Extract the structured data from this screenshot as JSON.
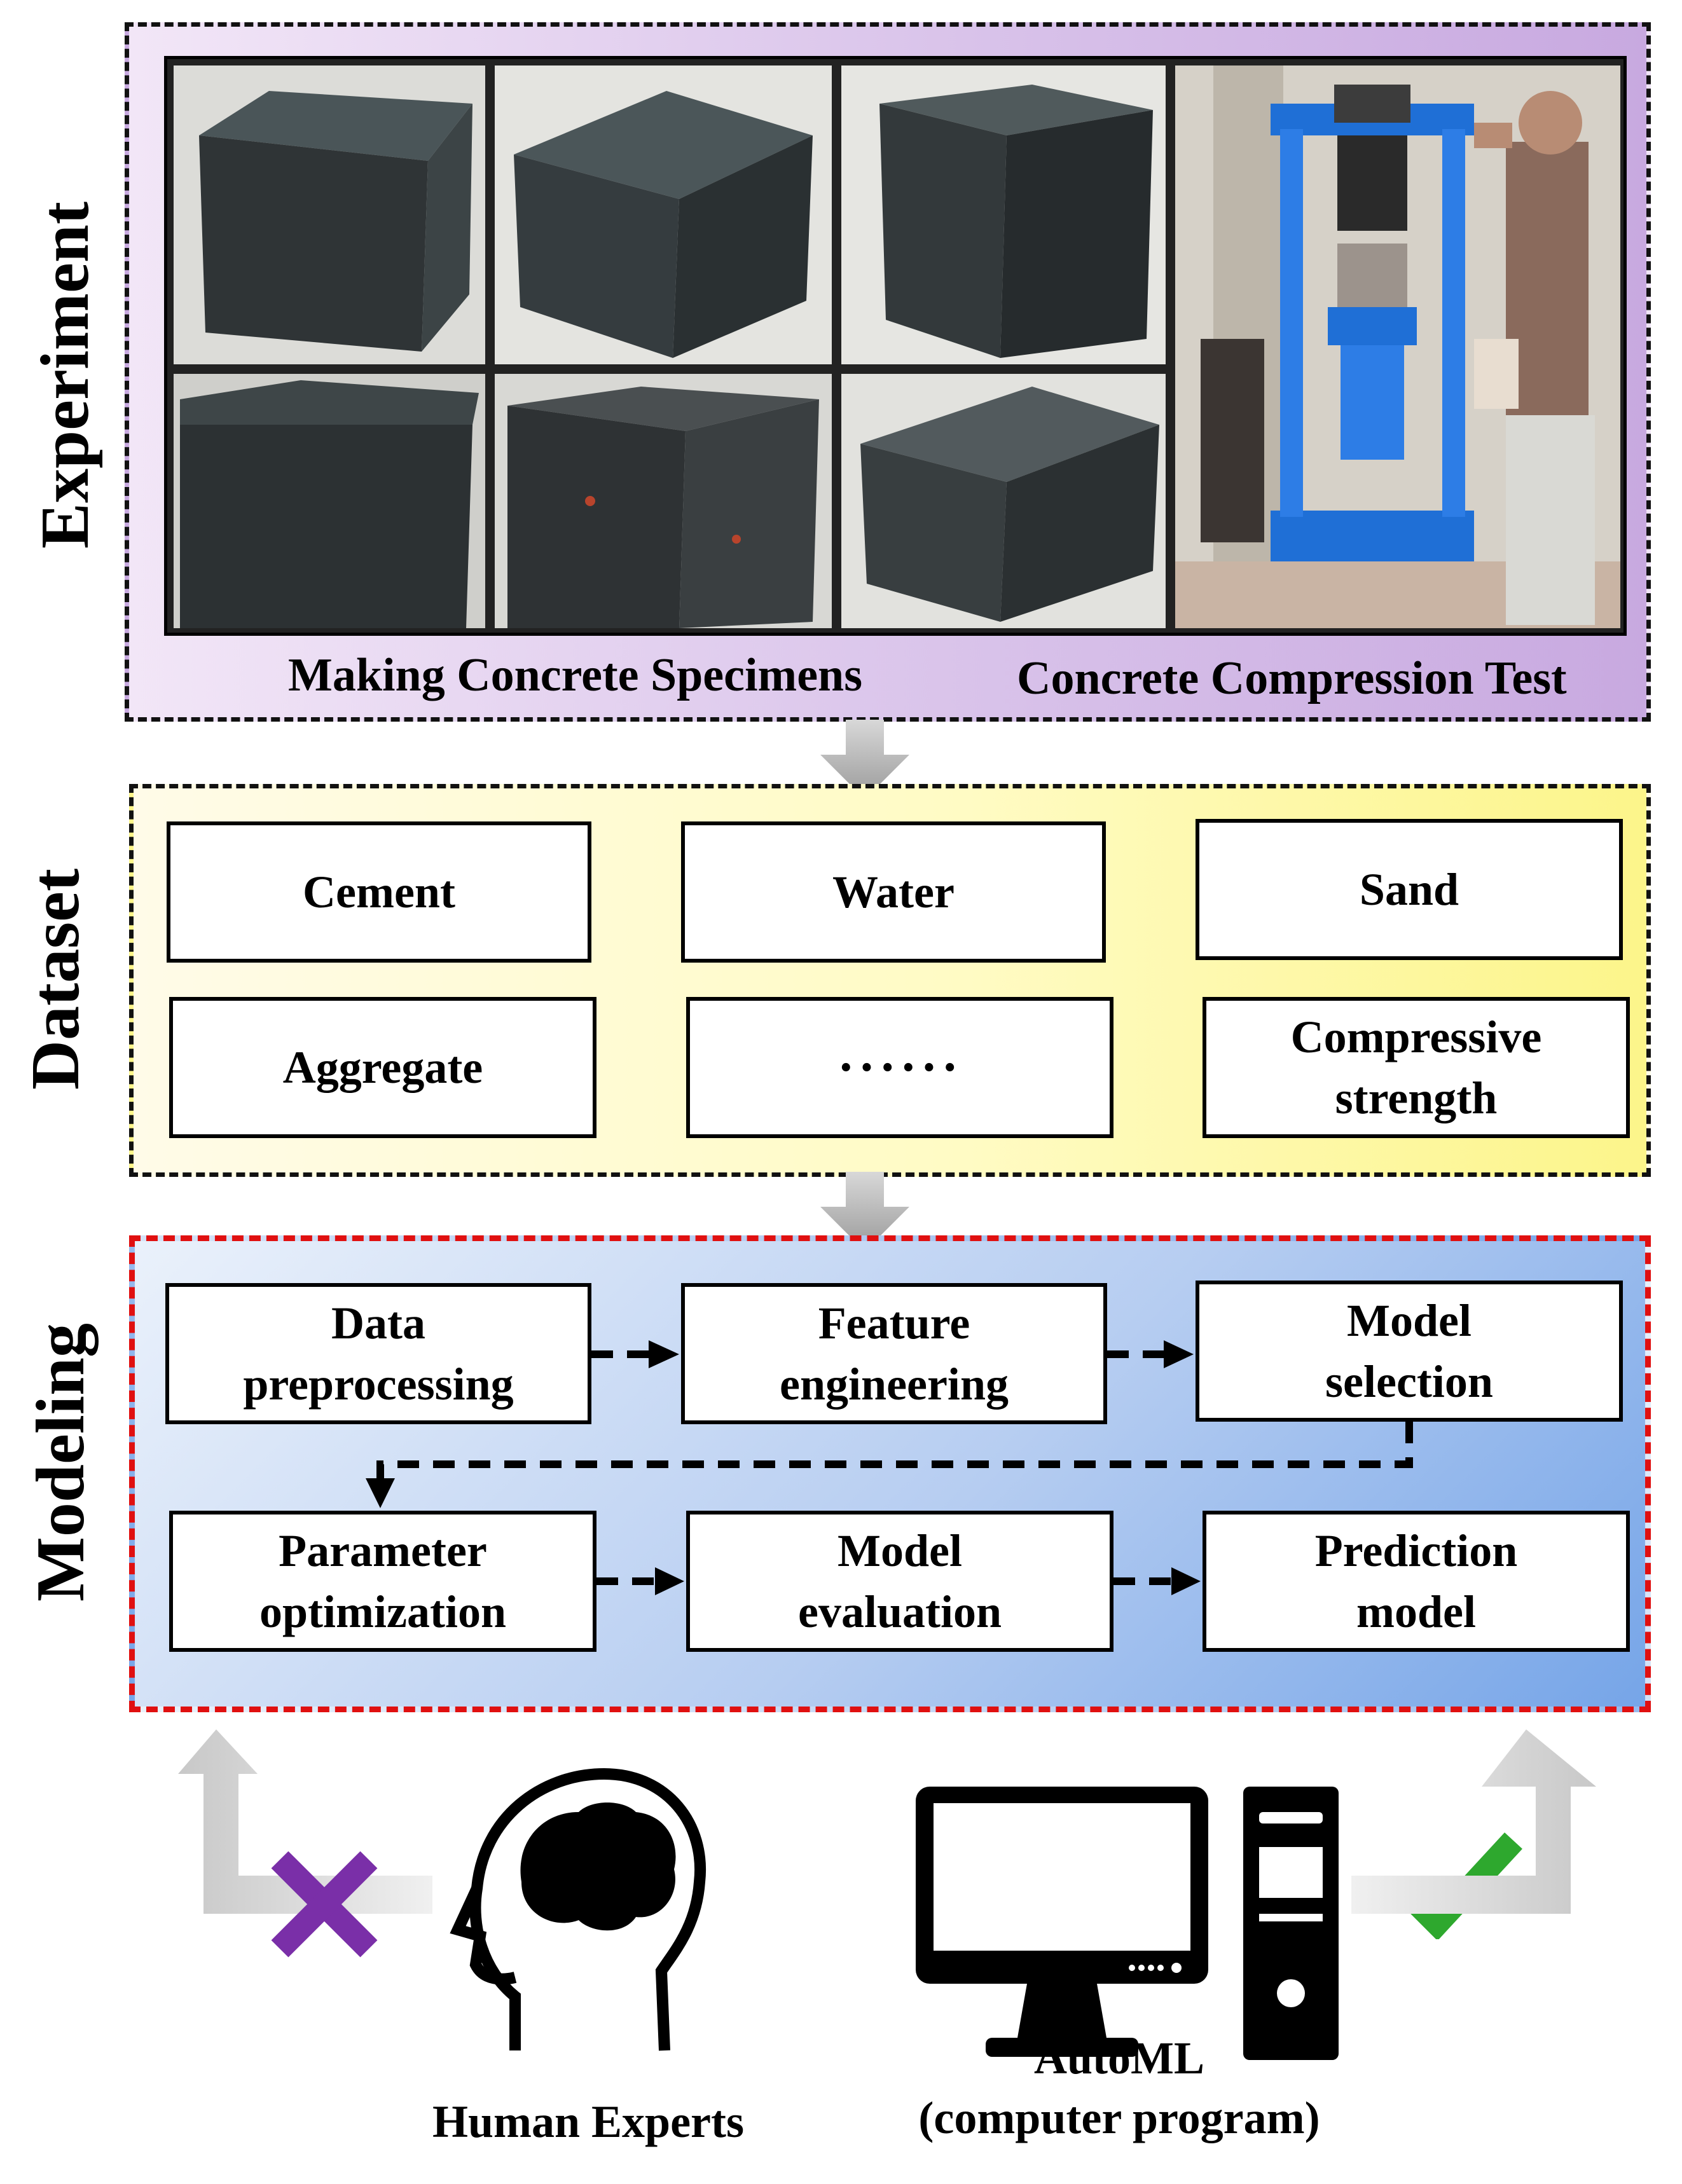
{
  "sections": {
    "experiment": {
      "label": "Experiment",
      "caption_left": "Making Concrete Specimens",
      "caption_right": "Concrete Compression Test"
    },
    "dataset": {
      "label": "Dataset",
      "items": [
        "Cement",
        "Water",
        "Sand",
        "Aggregate",
        "······",
        "Compressive\nstrength"
      ]
    },
    "modeling": {
      "label": "Modeling",
      "steps": [
        "Data\npreprocessing",
        "Feature\nengineering",
        "Model\nselection",
        "Parameter\noptimization",
        "Model\nevaluation",
        "Prediction\nmodel"
      ]
    }
  },
  "bottom": {
    "human_label": "Human Experts",
    "automl_label": "AutoML\n(computer program)"
  },
  "colors": {
    "experiment_bg": "#d9c3ea",
    "dataset_bg": "#fffbc4",
    "modeling_bg": "#b6cdf1",
    "modeling_border": "#e01010",
    "cross": "#7a2fa8",
    "check": "#2ea82e"
  },
  "icons": [
    "human-head-brain-icon",
    "computer-monitor-icon",
    "computer-tower-icon",
    "cross-mark-icon",
    "check-mark-icon"
  ]
}
